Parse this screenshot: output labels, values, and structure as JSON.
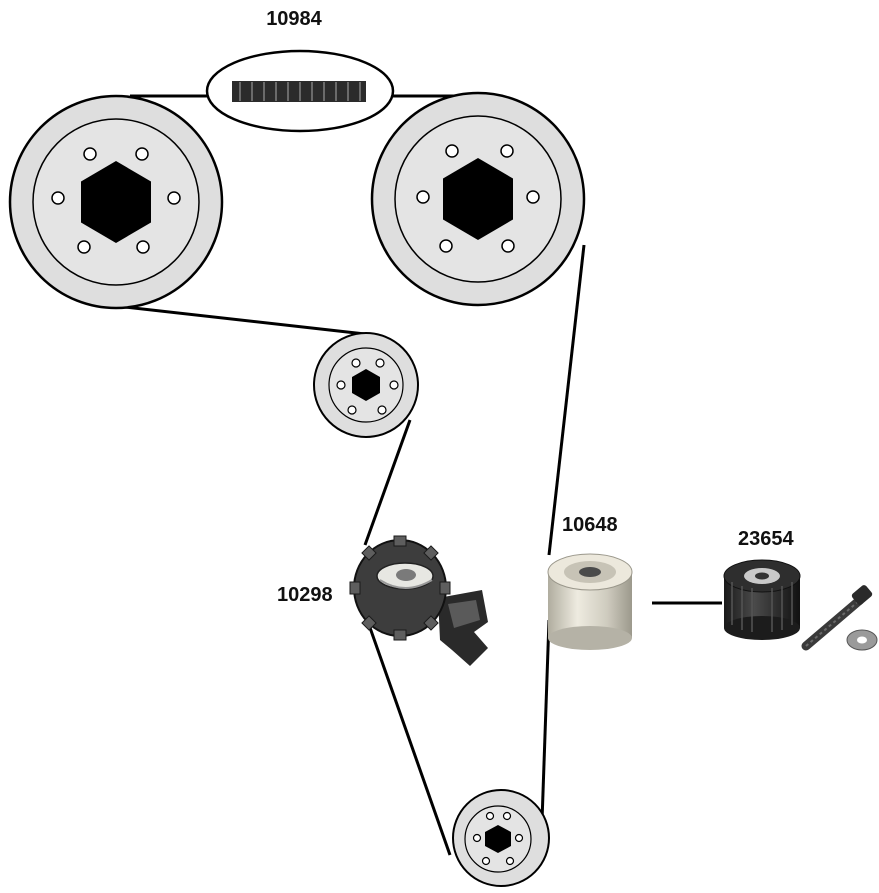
{
  "labels": {
    "timing_belt": "10984",
    "tensioner": "10298",
    "idler_pulley": "10648",
    "idler_pulley_kit": "23654"
  },
  "colors": {
    "pulley_fill": "#dedede",
    "stroke": "#000000",
    "hub_fill": "#000000",
    "belt": "#000000"
  }
}
